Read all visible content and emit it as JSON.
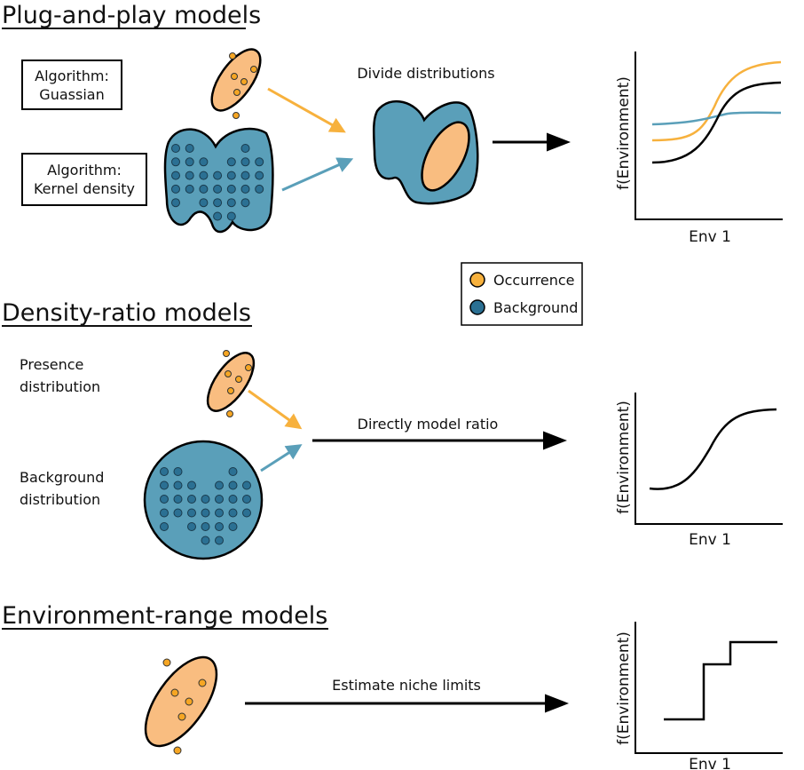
{
  "colors": {
    "occurrence": "#f9bd80",
    "occurrence_dot": "#f6a623",
    "arrow_orange": "#f7b13d",
    "background": "#5a9fb9",
    "background_dot": "#2b7093",
    "arrow_blue": "#5a9fb9"
  },
  "sections": [
    {
      "title": "Plug-and-play models",
      "boxes": [
        "Algorithm:",
        "Guassian",
        "Algorithm:",
        "Kernel density"
      ],
      "step": "Divide distributions",
      "ylabel": "f(Environment)",
      "xlabel": "Env 1"
    },
    {
      "title": "Density-ratio models",
      "labels": [
        "Presence",
        "distribution",
        "Background",
        "distribution"
      ],
      "step": "Directly model ratio",
      "ylabel": "f(Environment)",
      "xlabel": "Env 1"
    },
    {
      "title": "Environment-range models",
      "step": "Estimate niche limits",
      "ylabel": "f(Environment)",
      "xlabel": "Env 1"
    }
  ],
  "legend": [
    {
      "label": "Occurrence"
    },
    {
      "label": "Background"
    }
  ]
}
